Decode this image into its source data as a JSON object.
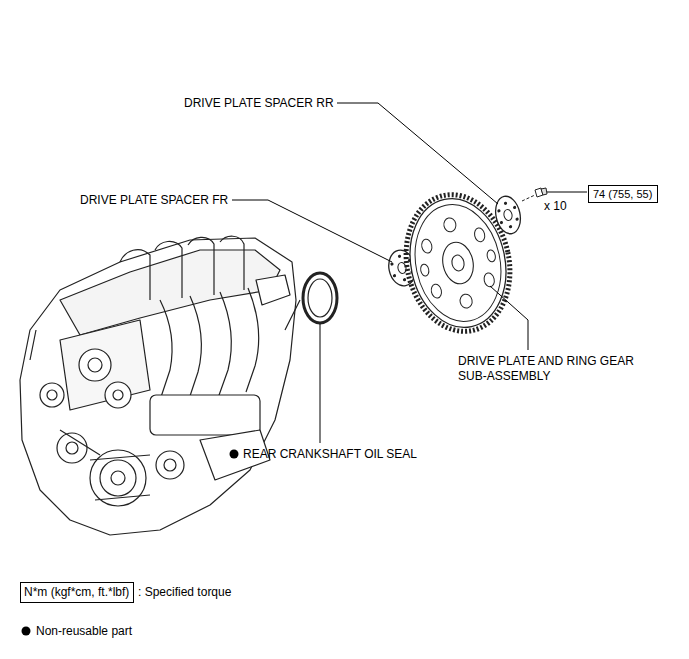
{
  "diagram": {
    "nodes": [
      {
        "text": [
          "74 (755, 55)"
        ]
      },
      {
        "text": [
          "N*m (kgf*cm, ft.*lbf)"
        ]
      }
    ],
    "labels": [
      "DRIVE PLATE SPACER RR",
      "DRIVE PLATE SPACER FR",
      "x 10",
      "DRIVE PLATE AND RING GEAR SUB-ASSEMBLY",
      "REAR CRANKSHAFT OIL SEAL",
      ": Specified torque"
    ],
    "legend": [
      {
        "text": "Non-reusable part"
      }
    ]
  }
}
